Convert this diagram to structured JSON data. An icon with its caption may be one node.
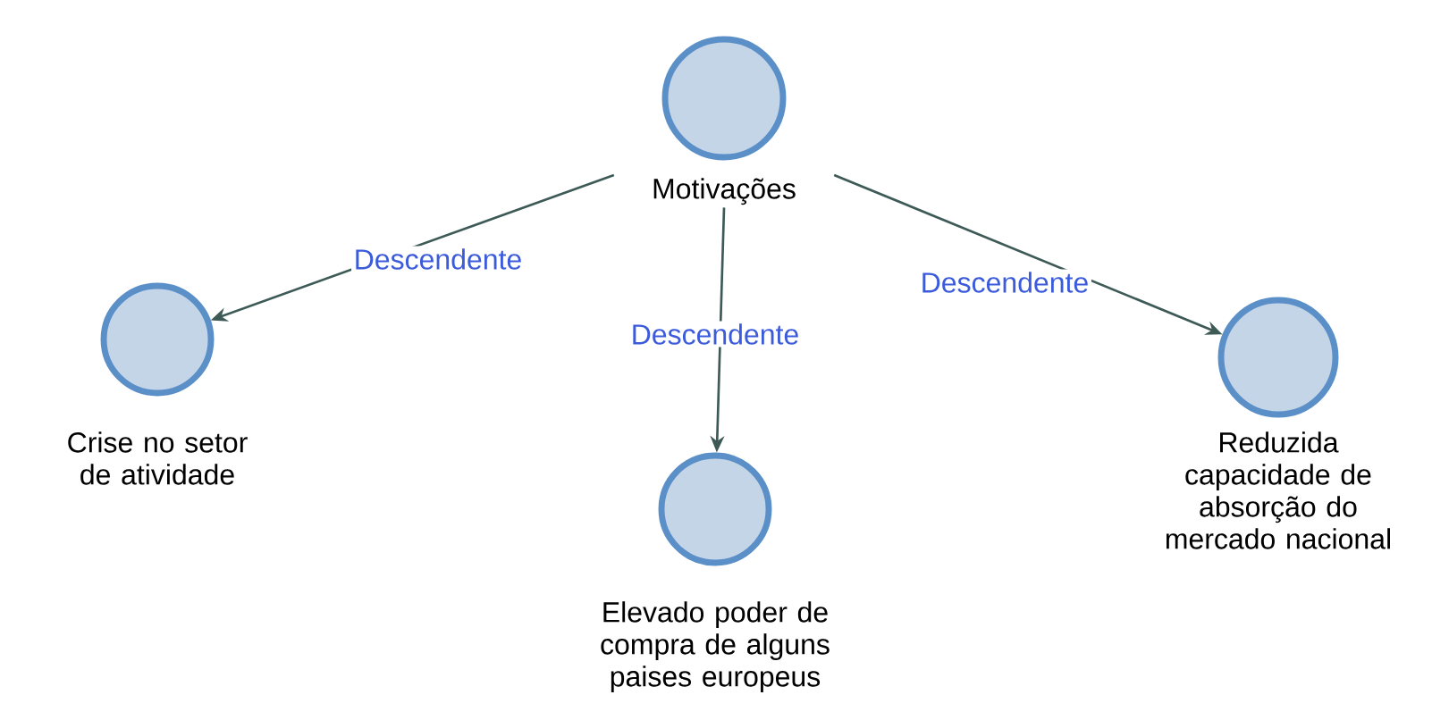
{
  "diagram": {
    "nodes": [
      {
        "text": [
          "Motivações"
        ]
      },
      {
        "text": [
          "Crise no setor de atividade"
        ]
      },
      {
        "text": [
          "Elevado poder de compra de alguns paises europeus"
        ]
      },
      {
        "text": [
          "Reduzida capacidade de absorção do mercado nacional"
        ]
      }
    ],
    "edges": [
      {
        "from": 0,
        "to": 1,
        "arrow": "to",
        "label": "Descendente"
      },
      {
        "from": 0,
        "to": 2,
        "arrow": "to",
        "label": "Descendente"
      },
      {
        "from": 0,
        "to": 3,
        "arrow": "to",
        "label": "Descendente"
      }
    ]
  }
}
